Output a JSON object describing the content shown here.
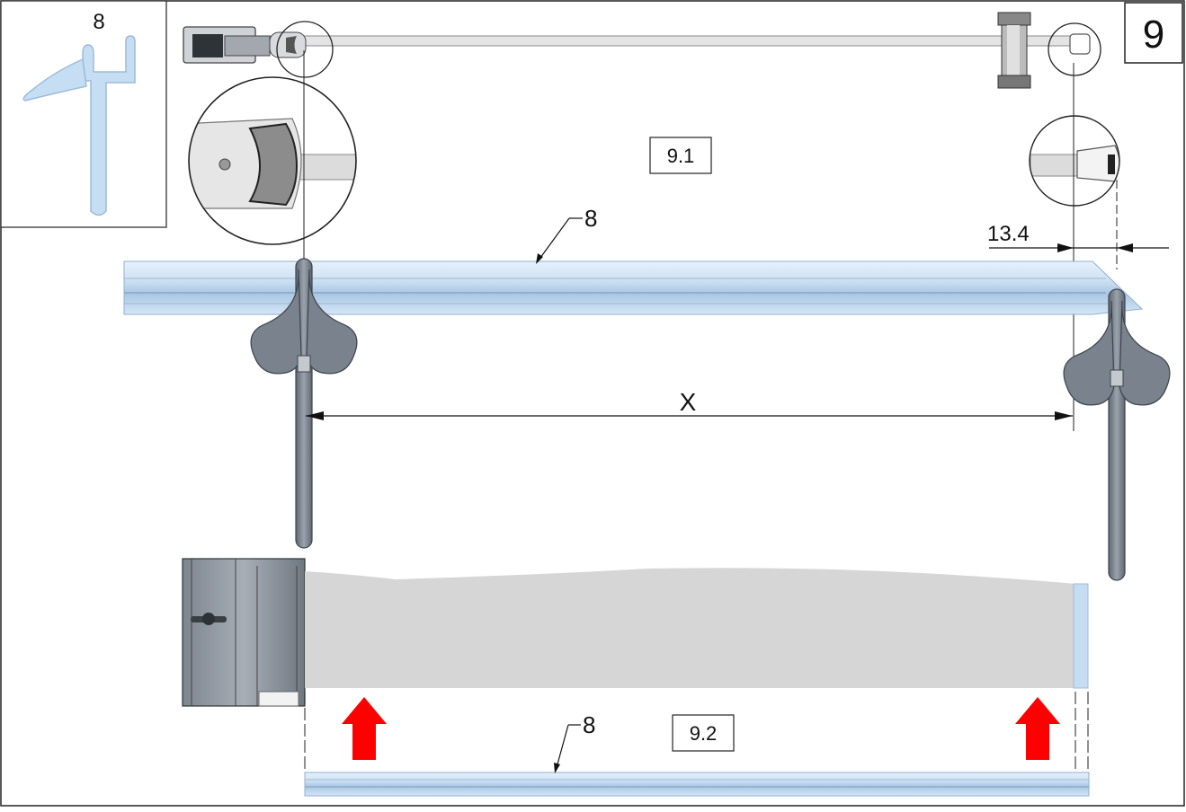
{
  "step": {
    "number": "9"
  },
  "profile_detail": {
    "label": "8"
  },
  "substeps": [
    {
      "id": "9.1"
    },
    {
      "id": "9.2"
    }
  ],
  "callouts": {
    "seal_top": "8",
    "seal_bottom": "8"
  },
  "dimensions": {
    "offset": "13.4",
    "span": "X"
  },
  "colors": {
    "seal": "#bcd6ee",
    "glass": "#d6d6d6",
    "metal": "#8a929c",
    "arrow": "#ff0000"
  }
}
